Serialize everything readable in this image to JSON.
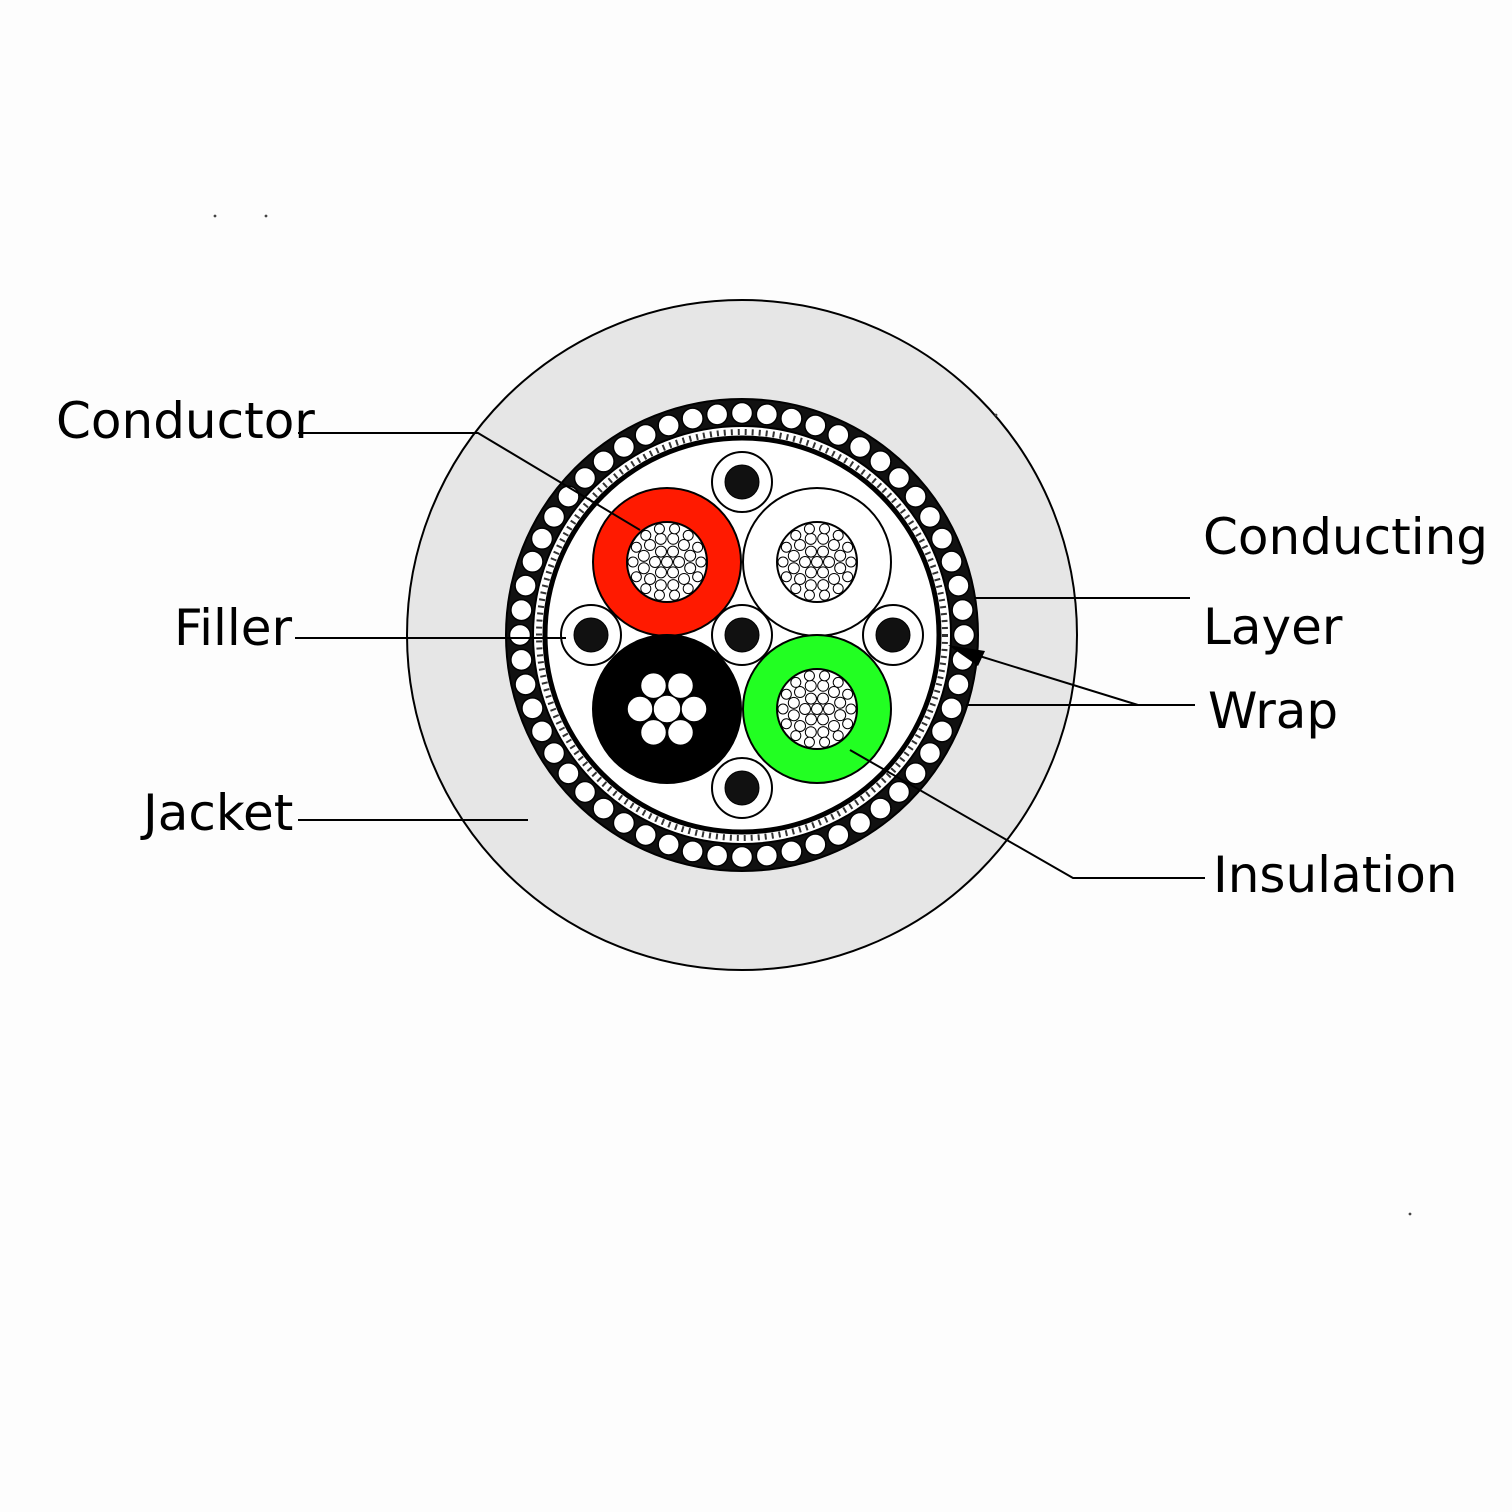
{
  "labels": {
    "conductor": "Conductor",
    "filler": "Filler",
    "jacket": "Jacket",
    "conducting": "Conducting",
    "layer": "Layer",
    "wrap": "Wrap",
    "insulation": "Insulation"
  },
  "colors": {
    "background": "#fdfdfd",
    "jacket": "#e6e6e6",
    "outline": "#000000",
    "core_red": "#ff1a00",
    "core_white": "#ffffff",
    "core_black": "#000000",
    "core_green": "#22ff22"
  }
}
